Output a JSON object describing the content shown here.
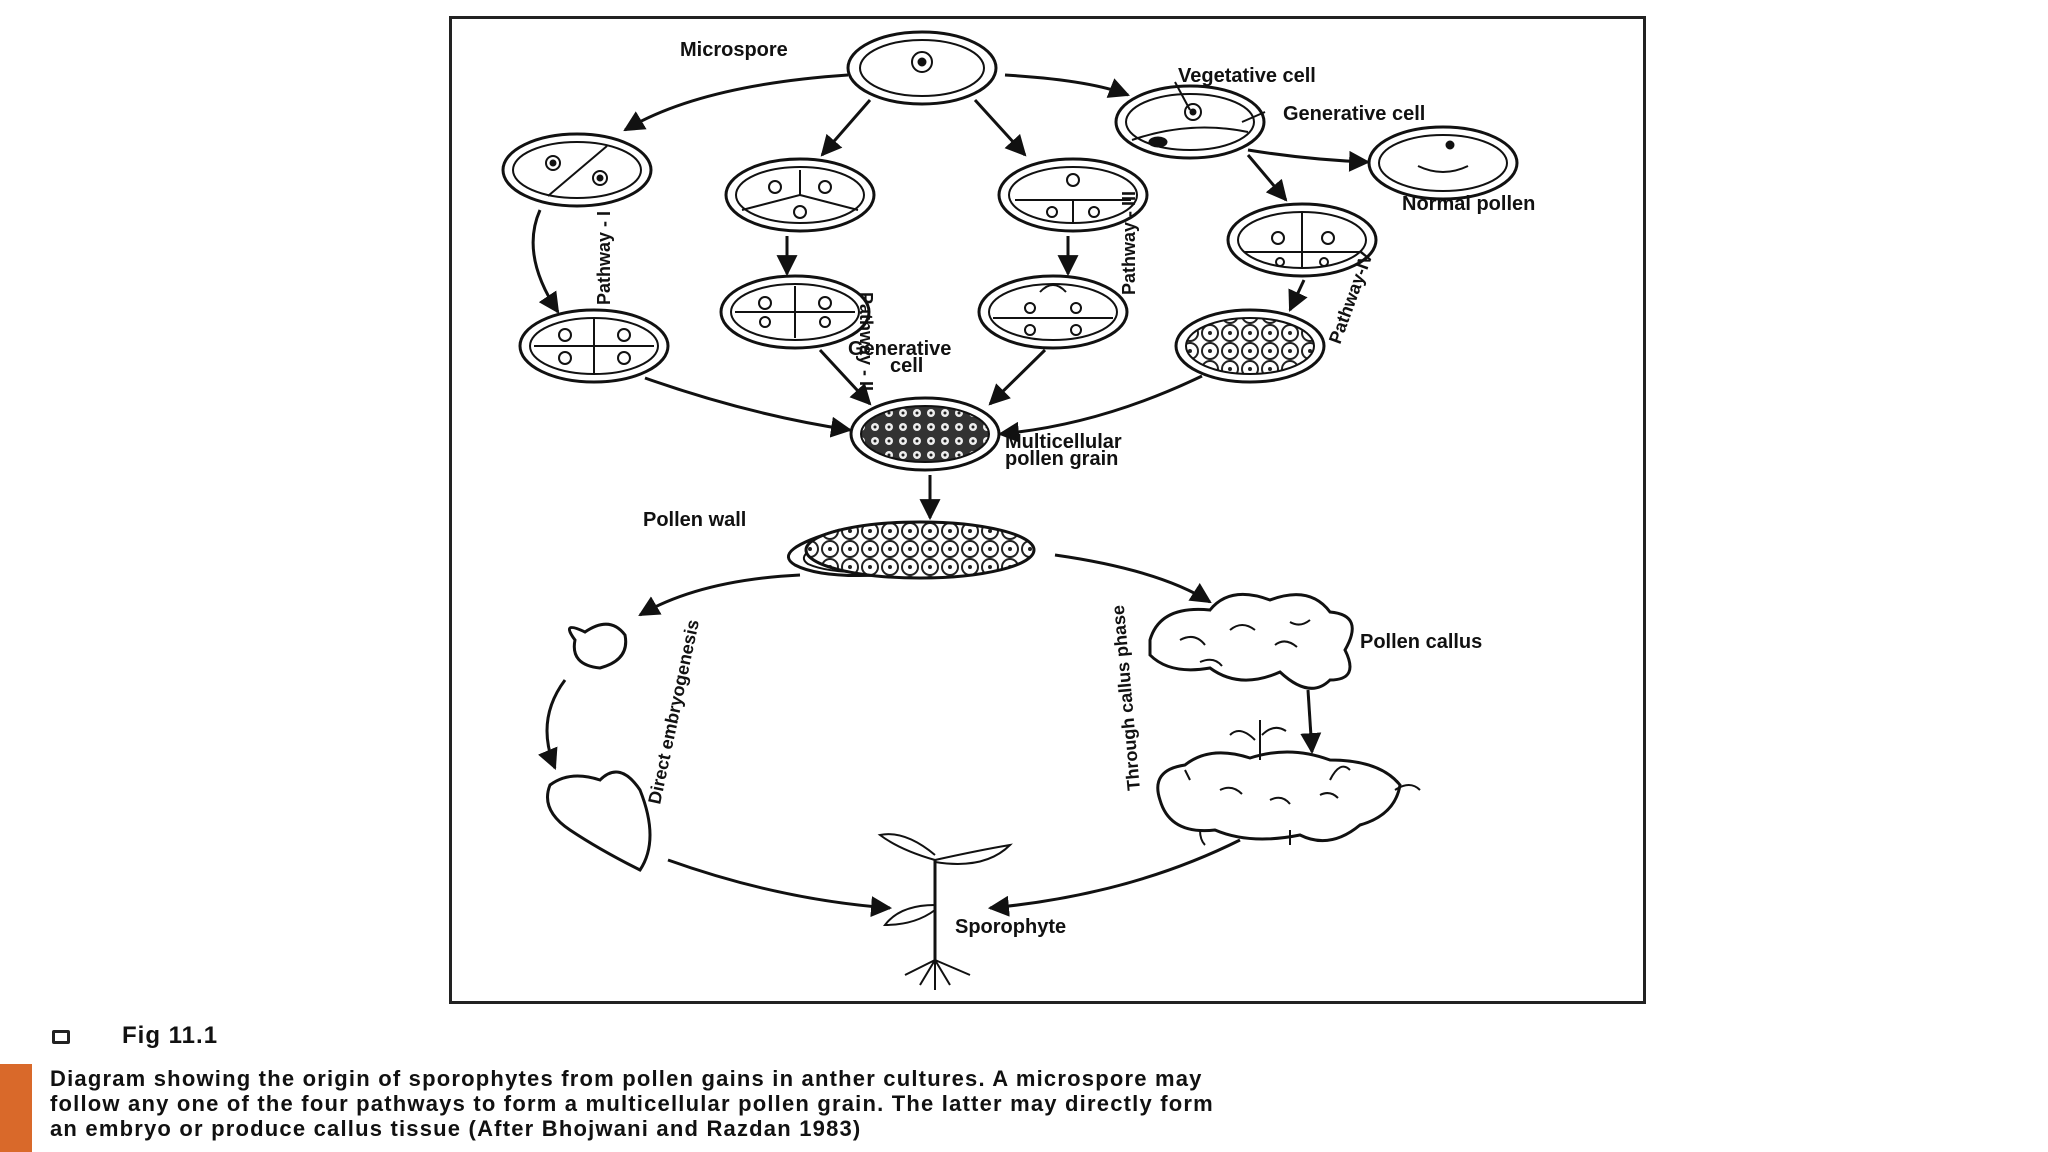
{
  "labels": {
    "microspore": "Microspore",
    "vegetative_cell": "Vegetative cell",
    "generative_cell": "Generative cell",
    "normal_pollen": "Normal pollen",
    "pathway_1": "Pathway - I",
    "pathway_2": "Pathway - II",
    "pathway_3": "Pathway - III",
    "pathway_4": "Pathway-IV",
    "generative_cell_mid_line1": "Generative",
    "generative_cell_mid_line2": "cell",
    "multicellular_line1": "Multicellular",
    "multicellular_line2": "pollen grain",
    "pollen_wall": "Pollen wall",
    "pollen_callus": "Pollen callus",
    "direct_embryogenesis": "Direct embryogenesis",
    "through_callus_phase": "Through callus phase",
    "sporophyte": "Sporophyte"
  },
  "figure": {
    "number": "Fig 11.1",
    "caption_line1": "Diagram showing the origin of sporophytes from pollen gains in anther cultures.  A microspore may",
    "caption_line2": "follow any one of the four pathways to form a multicellular pollen grain.  The latter may directly form",
    "caption_line3": "an embryo or produce callus tissue (After Bhojwani and Razdan 1983)"
  },
  "colors": {
    "ink": "#111111",
    "accent": "#d9692a"
  }
}
